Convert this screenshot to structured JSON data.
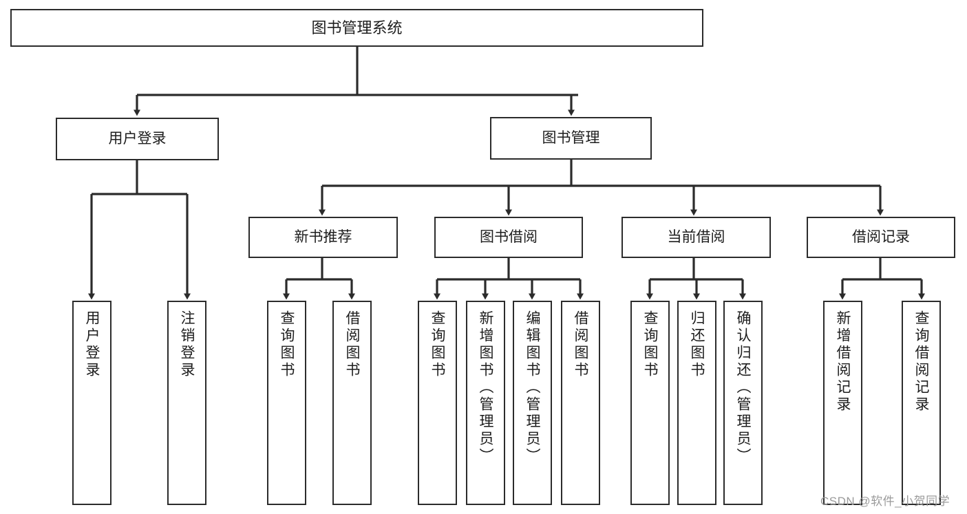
{
  "diagram": {
    "type": "hierarchy-tree",
    "title": "图书管理系统",
    "orientation": "top-down",
    "levels": 4,
    "root": {
      "id": "root",
      "label": "图书管理系统",
      "text_direction": "horizontal"
    },
    "level2": [
      {
        "id": "user-login",
        "label": "用户登录",
        "text_direction": "horizontal"
      },
      {
        "id": "book-manage",
        "label": "图书管理",
        "text_direction": "horizontal"
      }
    ],
    "level3": [
      {
        "id": "new-book-recommend",
        "label": "新书推荐",
        "parent": "book-manage",
        "text_direction": "horizontal"
      },
      {
        "id": "book-borrow",
        "label": "图书借阅",
        "parent": "book-manage",
        "text_direction": "horizontal"
      },
      {
        "id": "current-borrow",
        "label": "当前借阅",
        "parent": "book-manage",
        "text_direction": "horizontal"
      },
      {
        "id": "borrow-record",
        "label": "借阅记录",
        "parent": "book-manage",
        "text_direction": "horizontal"
      }
    ],
    "leaves": [
      {
        "id": "leaf-user-login",
        "label": "用户登录",
        "parent": "user-login",
        "text_direction": "vertical"
      },
      {
        "id": "leaf-logout",
        "label": "注销登录",
        "parent": "user-login",
        "text_direction": "vertical"
      },
      {
        "id": "leaf-query-book-1",
        "label": "查询图书",
        "parent": "new-book-recommend",
        "text_direction": "vertical"
      },
      {
        "id": "leaf-borrow-book-1",
        "label": "借阅图书",
        "parent": "new-book-recommend",
        "text_direction": "vertical"
      },
      {
        "id": "leaf-query-book-2",
        "label": "查询图书",
        "parent": "book-borrow",
        "text_direction": "vertical"
      },
      {
        "id": "leaf-add-book",
        "label": "新增图书（管理员）",
        "parent": "book-borrow",
        "text_direction": "vertical"
      },
      {
        "id": "leaf-edit-book",
        "label": "编辑图书（管理员）",
        "parent": "book-borrow",
        "text_direction": "vertical"
      },
      {
        "id": "leaf-borrow-book-2",
        "label": "借阅图书",
        "parent": "book-borrow",
        "text_direction": "vertical"
      },
      {
        "id": "leaf-query-book-3",
        "label": "查询图书",
        "parent": "current-borrow",
        "text_direction": "vertical"
      },
      {
        "id": "leaf-return-book",
        "label": "归还图书",
        "parent": "current-borrow",
        "text_direction": "vertical"
      },
      {
        "id": "leaf-confirm-return",
        "label": "确认归还（管理员）",
        "parent": "current-borrow",
        "text_direction": "vertical"
      },
      {
        "id": "leaf-add-record",
        "label": "新增借阅记录",
        "parent": "borrow-record",
        "text_direction": "vertical"
      },
      {
        "id": "leaf-query-record",
        "label": "查询借阅记录",
        "parent": "borrow-record",
        "text_direction": "vertical"
      }
    ],
    "colors": {
      "box_border": "#2b2b2b",
      "box_fill": "#ffffff",
      "connector": "#2b2b2b",
      "text": "#1d1d1d",
      "watermark": "#9a9a9a",
      "background": "#ffffff"
    }
  },
  "watermark": {
    "text": "CSDN @软件_小贺同学"
  }
}
